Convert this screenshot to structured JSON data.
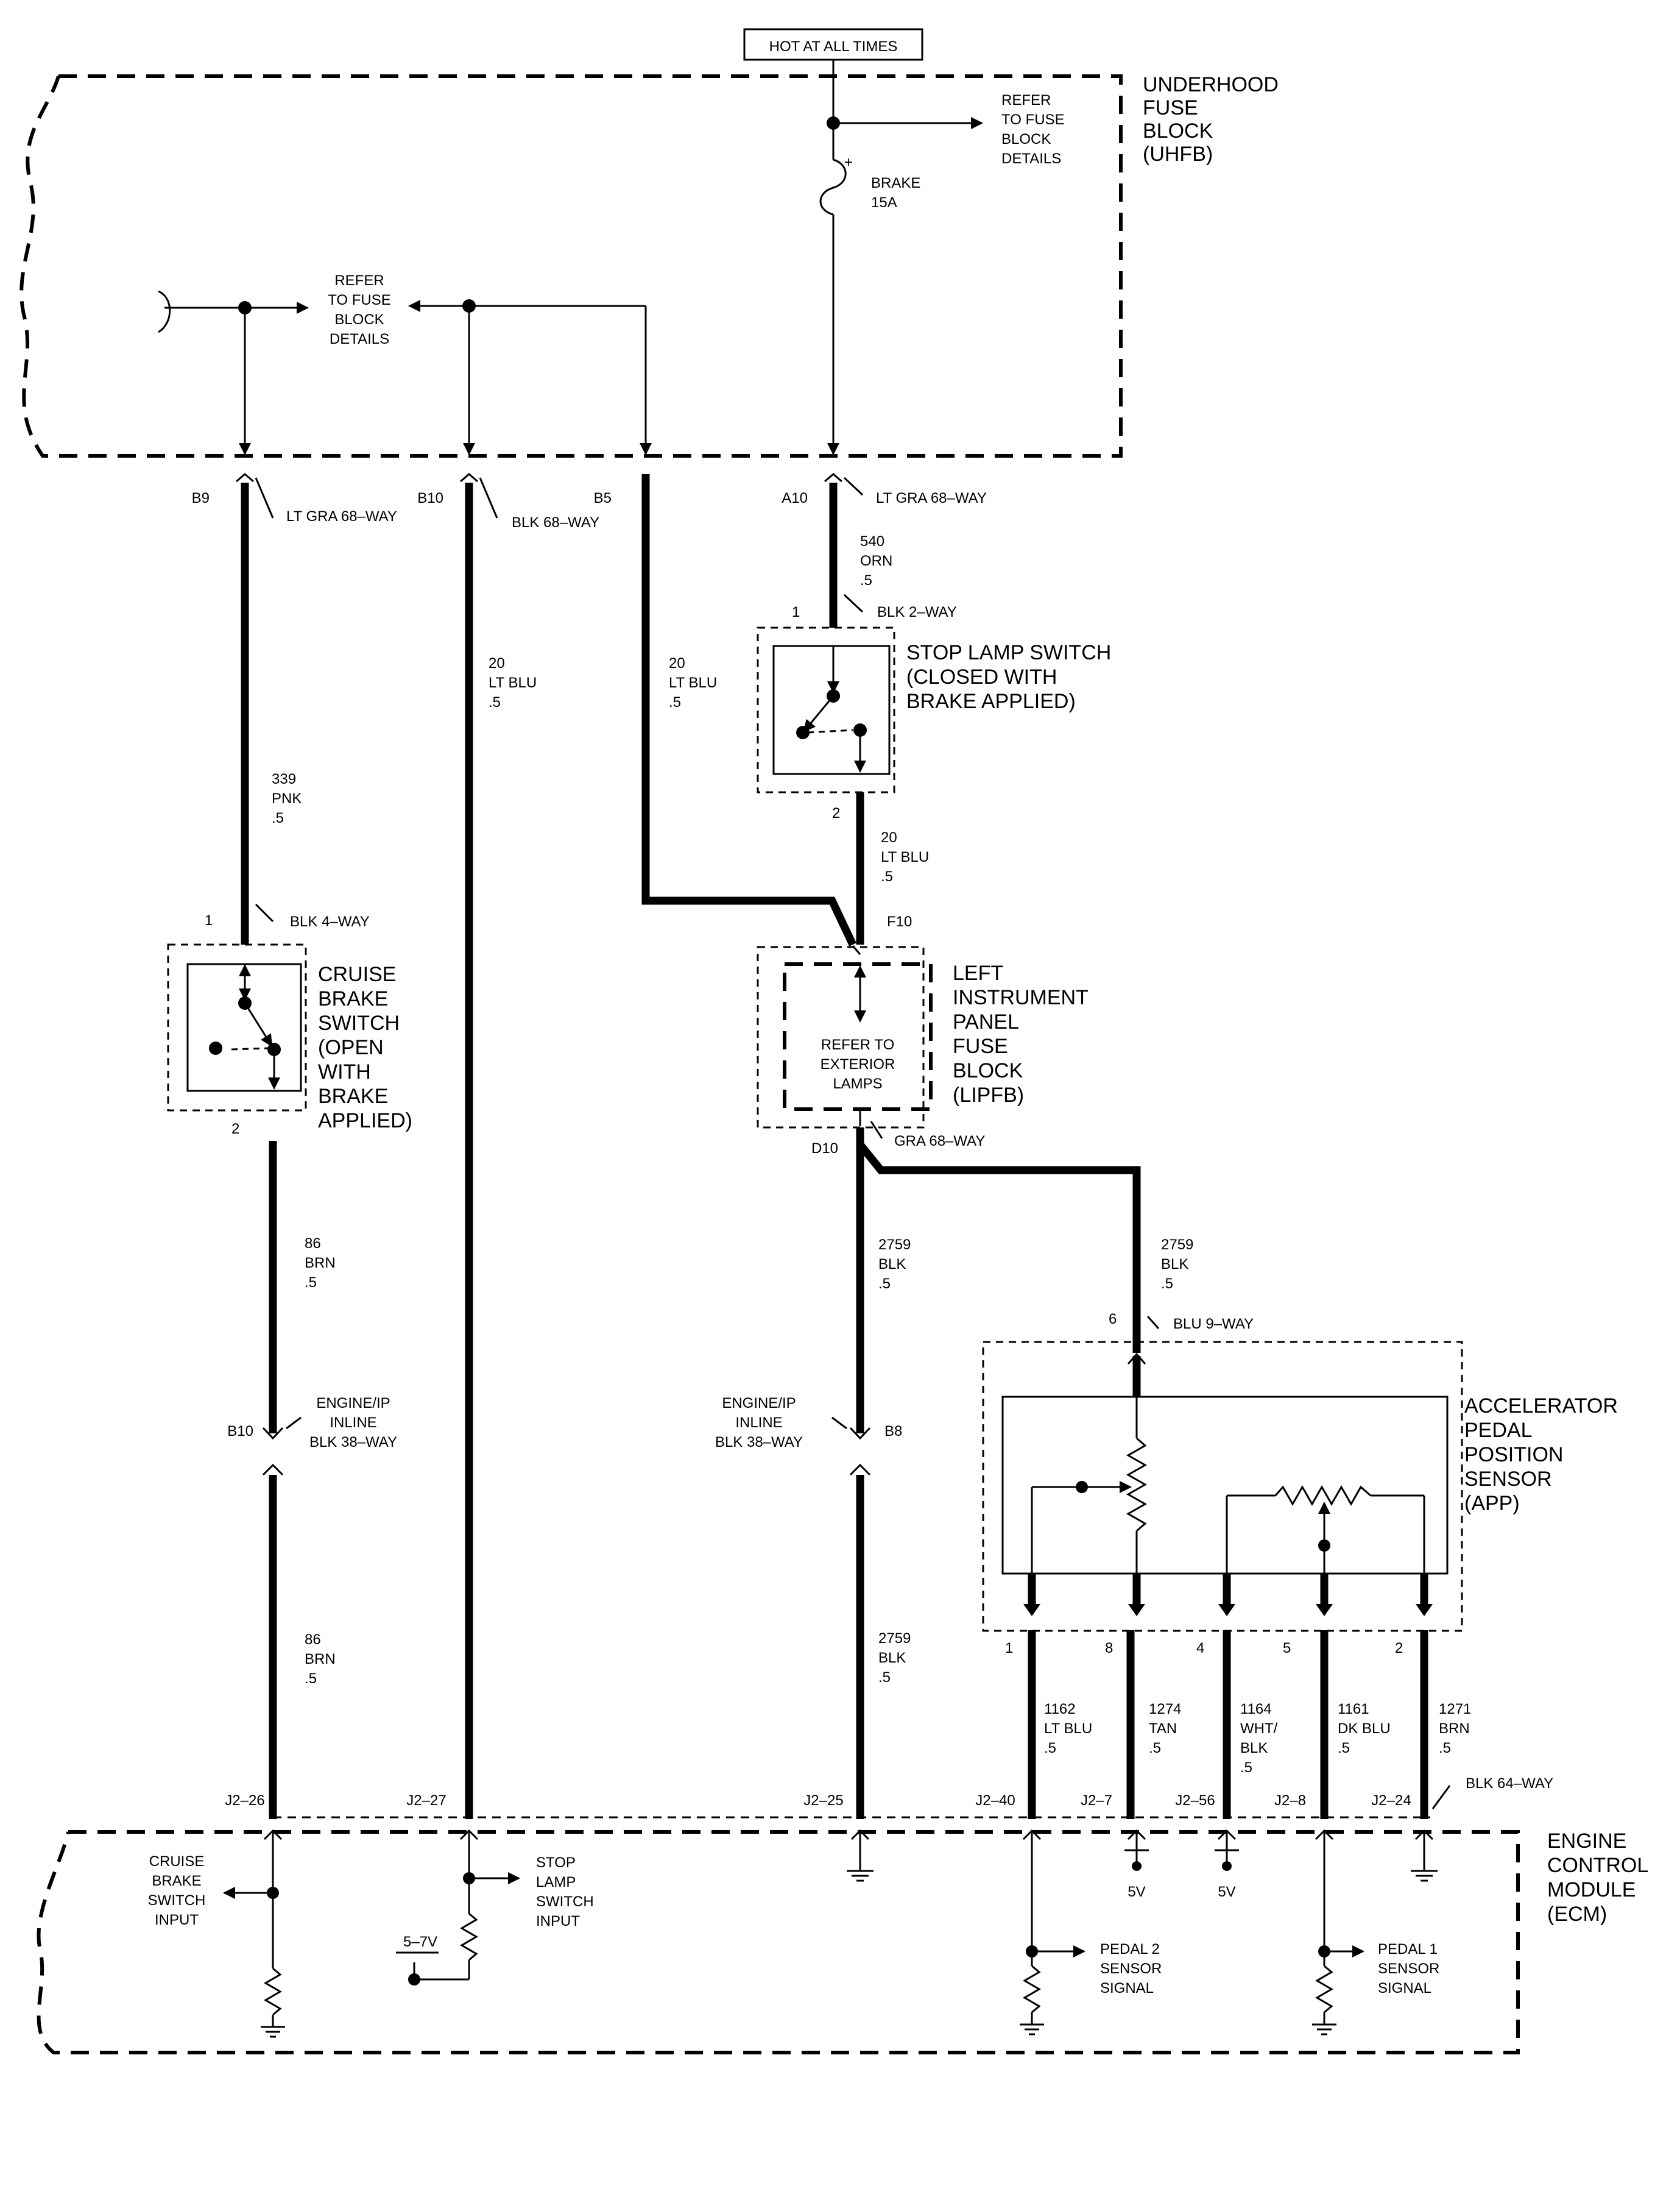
{
  "diagram": {
    "supply": {
      "hot_label": "HOT AT ALL TIMES"
    },
    "uhfb": {
      "title_1": "UNDERHOOD",
      "title_2": "FUSE",
      "title_3": "BLOCK",
      "title_4": "(UHFB)",
      "refer_right": [
        "REFER",
        "TO FUSE",
        "BLOCK",
        "DETAILS"
      ],
      "refer_left": [
        "REFER",
        "TO FUSE",
        "BLOCK",
        "DETAILS"
      ],
      "fuse_name": "BRAKE",
      "fuse_rating": "15A",
      "fuse_plus": "+"
    },
    "uhfb_pins": {
      "b9": {
        "pin": "B9",
        "connector": "LT GRA 68–WAY"
      },
      "b10": {
        "pin": "B10",
        "connector": "BLK 68–WAY"
      },
      "b5": {
        "pin": "B5"
      },
      "a10": {
        "pin": "A10",
        "connector": "LT GRA 68–WAY"
      }
    },
    "wires": {
      "w339": [
        "339",
        "PNK",
        ".5"
      ],
      "w20a": [
        "20",
        "LT BLU",
        ".5"
      ],
      "w20b": [
        "20",
        "LT BLU",
        ".5"
      ],
      "w540": [
        "540",
        "ORN",
        ".5"
      ],
      "w20c": [
        "20",
        "LT BLU",
        ".5"
      ],
      "w86a": [
        "86",
        "BRN",
        ".5"
      ],
      "w86b": [
        "86",
        "BRN",
        ".5"
      ],
      "w2759a": [
        "2759",
        "BLK",
        ".5"
      ],
      "w2759b": [
        "2759",
        "BLK",
        ".5"
      ],
      "w2759c": [
        "2759",
        "BLK",
        ".5"
      ],
      "w1162": [
        "1162",
        "LT BLU",
        ".5"
      ],
      "w1274": [
        "1274",
        "TAN",
        ".5"
      ],
      "w1164": [
        "1164",
        "WHT/",
        "BLK",
        ".5"
      ],
      "w1161": [
        "1161",
        "DK BLU",
        ".5"
      ],
      "w1271": [
        "1271",
        "BRN",
        ".5"
      ]
    },
    "stop_lamp_switch": {
      "lines": [
        "STOP LAMP SWITCH",
        "(CLOSED WITH",
        "BRAKE APPLIED)"
      ],
      "pin_in": "1",
      "pin_out": "2",
      "connector": "BLK 2–WAY"
    },
    "cruise_switch": {
      "lines": [
        "CRUISE",
        "BRAKE",
        "SWITCH",
        "(OPEN",
        "WITH",
        "BRAKE",
        "APPLIED)"
      ],
      "pin_in": "1",
      "pin_out": "2",
      "connector": "BLK 4–WAY"
    },
    "lipfb": {
      "lines": [
        "LEFT",
        "INSTRUMENT",
        "PANEL",
        "FUSE",
        "BLOCK",
        "(LIPFB)"
      ],
      "refer": [
        "REFER TO",
        "EXTERIOR",
        "LAMPS"
      ],
      "pin_in": "F10",
      "pin_out": "D10",
      "connector": "GRA 68–WAY"
    },
    "inline": {
      "left": {
        "lines": [
          "ENGINE/IP",
          "INLINE",
          "BLK 38–WAY"
        ],
        "pin": "B10"
      },
      "right": {
        "lines": [
          "ENGINE/IP",
          "INLINE",
          "BLK 38–WAY"
        ],
        "pin": "B8"
      }
    },
    "app": {
      "lines": [
        "ACCELERATOR",
        "PEDAL",
        "POSITION",
        "SENSOR",
        "(APP)"
      ],
      "pin_top": "6",
      "connector_top": "BLU 9–WAY",
      "pins_bottom": [
        "1",
        "8",
        "4",
        "5",
        "2"
      ]
    },
    "ecm_pins": {
      "labels": [
        "J2–26",
        "J2–27",
        "J2–25",
        "J2–40",
        "J2–7",
        "J2–56",
        "J2–8",
        "J2–24"
      ],
      "connector": "BLK 64–WAY"
    },
    "ecm": {
      "title": [
        "ENGINE",
        "CONTROL",
        "MODULE",
        "(ECM)"
      ],
      "cruise_input": [
        "CRUISE",
        "BRAKE",
        "SWITCH",
        "INPUT"
      ],
      "stop_input": [
        "STOP",
        "LAMP",
        "SWITCH",
        "INPUT"
      ],
      "pullup": "5–7V",
      "v5a": "5V",
      "v5b": "5V",
      "pedal2": [
        "PEDAL 2",
        "SENSOR",
        "SIGNAL"
      ],
      "pedal1": [
        "PEDAL 1",
        "SENSOR",
        "SIGNAL"
      ]
    }
  }
}
